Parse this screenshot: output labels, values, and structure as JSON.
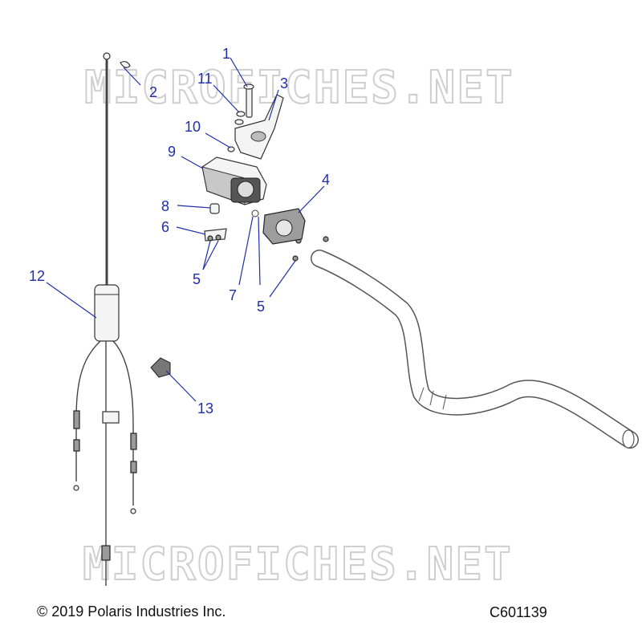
{
  "watermark": "MICROFICHES.NET",
  "footer": {
    "copyright": "© 2019 Polaris Industries Inc.",
    "drawing_id": "C601139"
  },
  "callouts": {
    "c1": "1",
    "c2": "2",
    "c3": "3",
    "c4": "4",
    "c5a": "5",
    "c5b": "5",
    "c6": "6",
    "c7": "7",
    "c8": "8",
    "c9": "9",
    "c10": "10",
    "c11": "11",
    "c12": "12",
    "c13": "13"
  },
  "colors": {
    "callout": "#1f2fa8",
    "watermark": "#cfcfcf"
  }
}
